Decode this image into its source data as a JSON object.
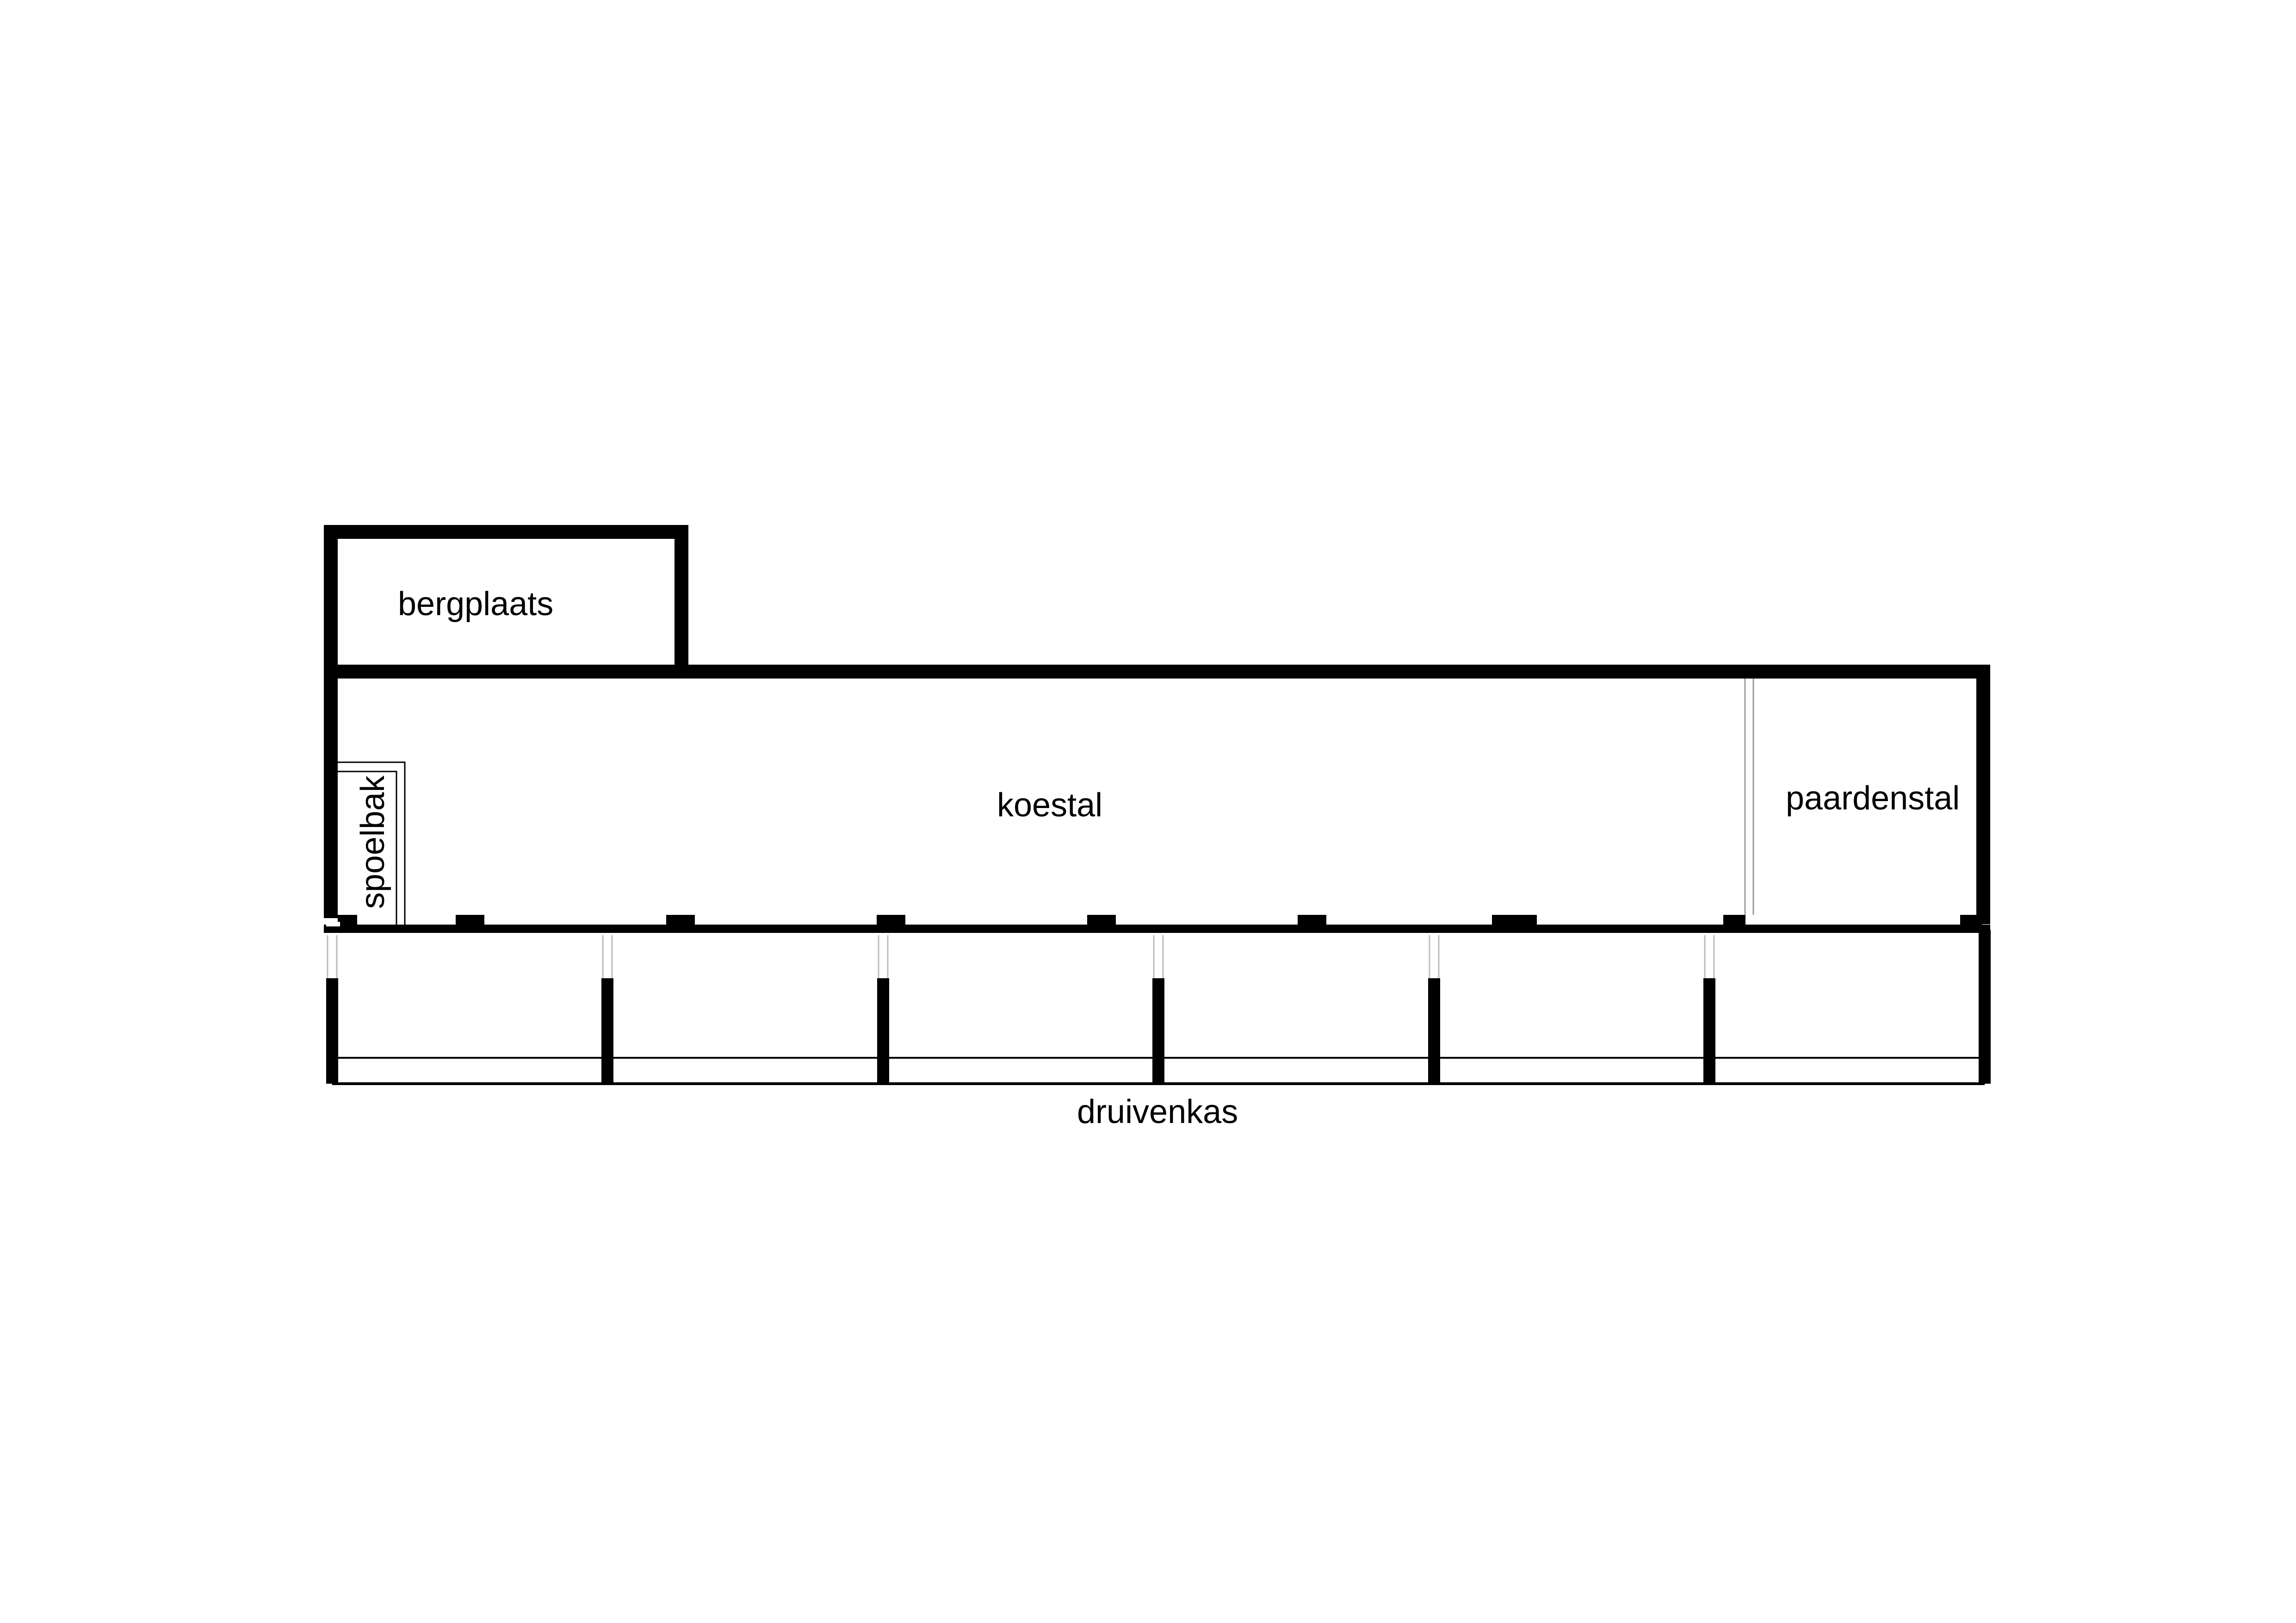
{
  "rooms": {
    "bergplaats": "bergplaats",
    "koestal": "koestal",
    "paardenstal": "paardenstal",
    "spoelbak": "spoelbak",
    "druivenkas": "druivenkas"
  },
  "colors": {
    "wall": "#000000",
    "background": "#ffffff",
    "thin_line": "#000000",
    "faint_line": "#bbbbbb"
  }
}
